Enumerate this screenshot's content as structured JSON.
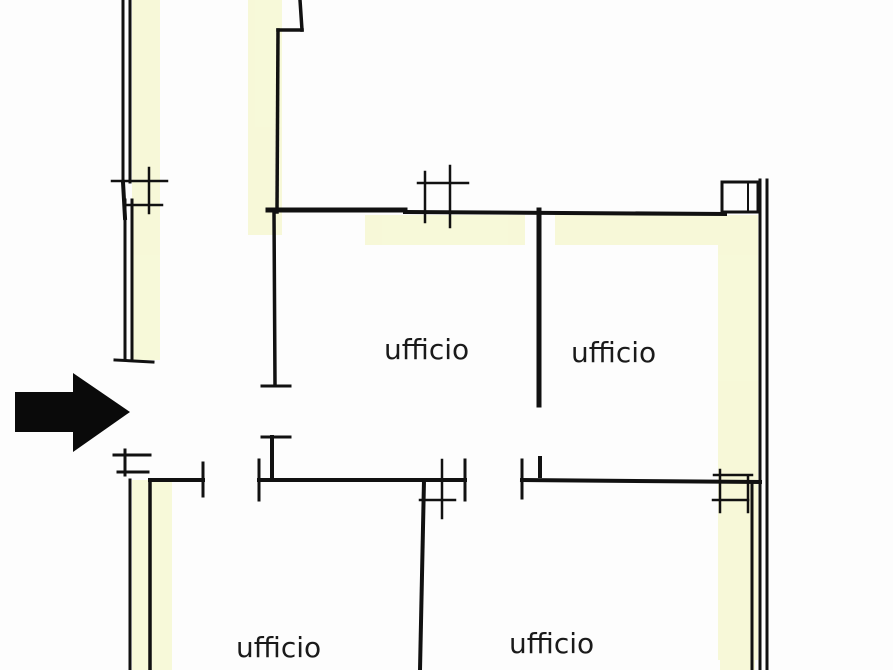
{
  "diagram": {
    "type": "floor-plan",
    "background_color": "#fdfdfd",
    "wall_color": "#111111",
    "highlight_color": "#f7f9d8",
    "entrance": {
      "icon": "arrow-right-icon",
      "direction": "right"
    },
    "rooms": [
      {
        "id": "room-top-left",
        "label": "ufficio"
      },
      {
        "id": "room-top-right",
        "label": "ufficio"
      },
      {
        "id": "room-bottom-left",
        "label": "ufficio"
      },
      {
        "id": "room-bottom-right",
        "label": "ufficio"
      }
    ]
  }
}
